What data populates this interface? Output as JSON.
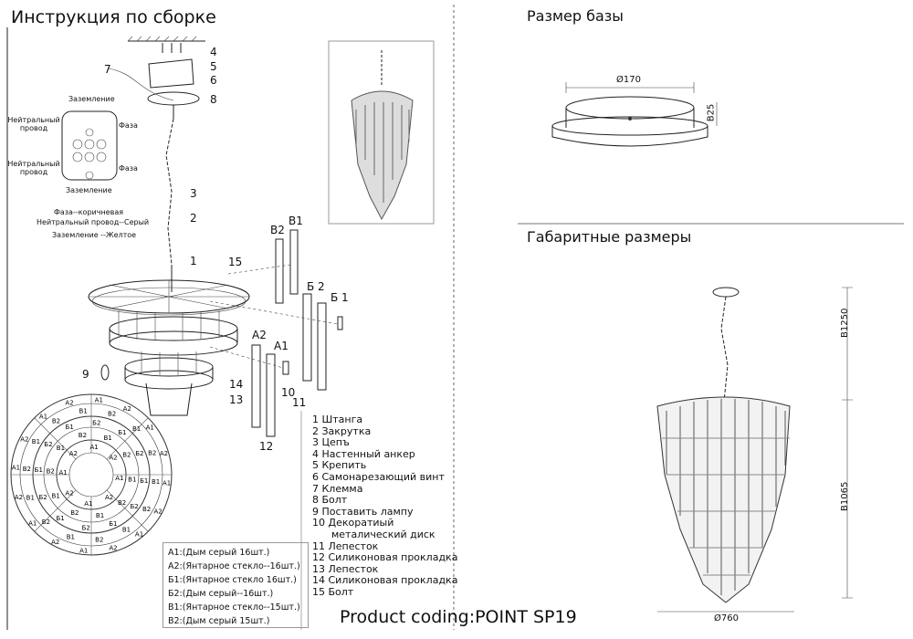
{
  "left": {
    "title": "Инструкция по сборке",
    "wiring": {
      "ground_top": "Заземление",
      "neutral_top": "Нейтральный провод",
      "phase_top": "Фаза",
      "neutral_bottom": "Нейтральный провод",
      "phase_bottom": "Фаза",
      "ground_bottom": "Заземление",
      "color_notes": [
        "Фаза--коричневая",
        "Нейтральный провод--Серый",
        "Заземление --Желтое"
      ]
    },
    "callouts": [
      "1",
      "2",
      "3",
      "4",
      "5",
      "6",
      "7",
      "8",
      "9",
      "10",
      "11",
      "12",
      "13",
      "14",
      "15"
    ],
    "panel_labels": {
      "b2": "B2",
      "b1": "B1",
      "be2": "Б 2",
      "be1": "Б 1",
      "a2": "A2",
      "a1": "A1"
    },
    "ring_labels": [
      "A1",
      "A2",
      "Б1",
      "Б2",
      "B1",
      "B2"
    ],
    "parts_list": [
      "1  Штанга",
      "2  Закрутка",
      "3  Цепъ",
      "4  Настенный анкер",
      "5  Крепить",
      "6  Самонарезающий винт",
      "7  Клемма",
      "8  Болт",
      "9 Поставить лампу",
      "10  Декоратиый",
      "      металический диск",
      "11 Лепесток",
      "12 Силиконовая прокладка",
      "13 Лепесток",
      "14 Силиконовая прокладка",
      "15 Болт"
    ],
    "legend": [
      "A1:(Дым серый 16шт.)",
      "A2:(Янтарное стекло--16шт.)",
      "Б1:(Янтарное стекло 16шт.)",
      "Б2:(Дым серый--16шт.)",
      "B1:(Янтарное стекло--15шт.)",
      "B2:(Дым серый 15шт.)"
    ]
  },
  "right": {
    "base_title": "Размер базы",
    "base_diameter": "Ø170",
    "base_height": "B25",
    "overall_title": "Габаритные размеры",
    "total_height": "B1250",
    "body_height": "B1065",
    "body_diameter": "Ø760"
  },
  "product_code": "Product coding:POINT SP19"
}
